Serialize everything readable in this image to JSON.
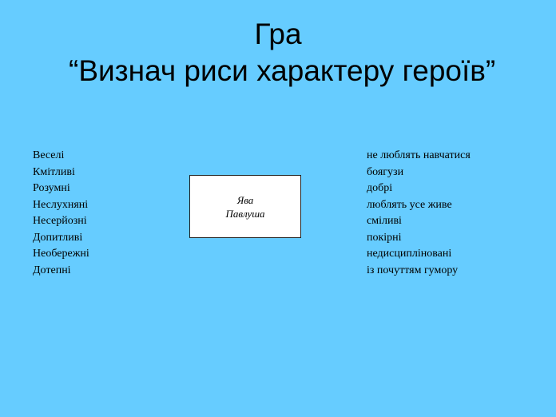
{
  "title": {
    "line1": "Гра",
    "line2": " “Визнач риси характеру героїв”"
  },
  "left_list": [
    "Веселі",
    "Кмітливі",
    "Розумні",
    "Неслухняні",
    "Несерйозні",
    "Допитливі",
    "Необережні",
    "Дотепні"
  ],
  "right_list": [
    "не люблять навчатися",
    "боягузи",
    "добрі",
    "люблять усе живе",
    "сміливі",
    "покірні",
    "недисципліновані",
    "із почуттям гумору"
  ],
  "center_box": {
    "line1": "Ява",
    "line2": "Павлуша"
  },
  "colors": {
    "background": "#66ccff",
    "box": "#ffffff"
  }
}
